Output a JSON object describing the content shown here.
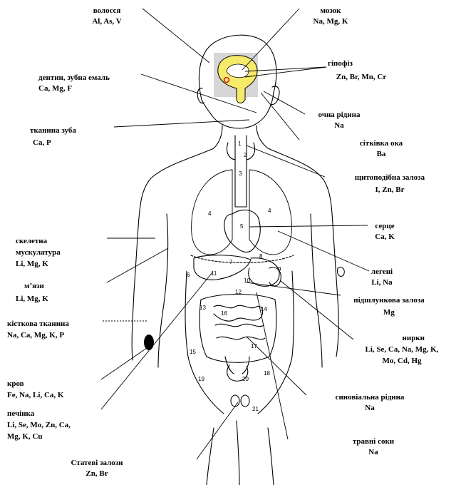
{
  "labels": {
    "hair": {
      "name": "волосся",
      "elements": "Al, As, V"
    },
    "brain": {
      "name": "мозок",
      "elements": "Na, Mg, K"
    },
    "pituitary": {
      "name": "гіпофіз",
      "elements": "Zn, Br, Mn, Cr"
    },
    "dentin": {
      "name": "дентин, зубна емаль",
      "elements": "Ca, Mg, F"
    },
    "eye_fluid": {
      "name": "очна рідина",
      "elements": "Na"
    },
    "tooth_tissue": {
      "name": "тканина зуба",
      "elements": "Ca, P"
    },
    "retina": {
      "name": "сітківка ока",
      "elements": "Ba"
    },
    "thyroid": {
      "name": "щитоподібна залоза",
      "elements": "I, Zn, Br"
    },
    "skeletal_muscle": {
      "line1": "скелетна",
      "line2": "мускулатура",
      "elements": "Li, Mg, K"
    },
    "heart": {
      "name": "серце",
      "elements": "Ca, K"
    },
    "muscles": {
      "name": "м’язи",
      "elements": "Li, Mg, K"
    },
    "lungs": {
      "name": "легені",
      "elements": "Li, Na"
    },
    "pancreas": {
      "name": "підшлункова залоза",
      "elements": "Mg"
    },
    "bone": {
      "name": "кісткова тканина",
      "elements": "Na, Ca, Mg, K, P"
    },
    "kidneys": {
      "name": "нирки",
      "elements_line1": "Li, Se, Ca, Na, Mg, K,",
      "elements_line2": "Mo, Cd, Hg"
    },
    "blood": {
      "name": "кров",
      "elements": "Fe, Na, Li, Ca, K"
    },
    "synovial": {
      "name": "синовіальна рідина",
      "elements": "Na"
    },
    "liver": {
      "name": "печінка",
      "elements_line1": "Li, Se, Mo, Zn, Ca,",
      "elements_line2": "Mg, K, Cu"
    },
    "digestive": {
      "name": "травні соки",
      "elements": "Na"
    },
    "gonads": {
      "name": "Статеві залози",
      "elements": "Zn, Br"
    }
  },
  "organ_numbers": [
    "1",
    "2",
    "3",
    "4",
    "4",
    "5",
    "6",
    "7",
    "8",
    "9",
    "10",
    "11",
    "12",
    "13",
    "14",
    "15",
    "16",
    "17",
    "18",
    "19",
    "20",
    "21"
  ],
  "colors": {
    "brain_fill": "#f6ea6a",
    "head_box": "#d6d6d6",
    "pituitary_marker": "#cc2222",
    "ink": "#000000"
  }
}
